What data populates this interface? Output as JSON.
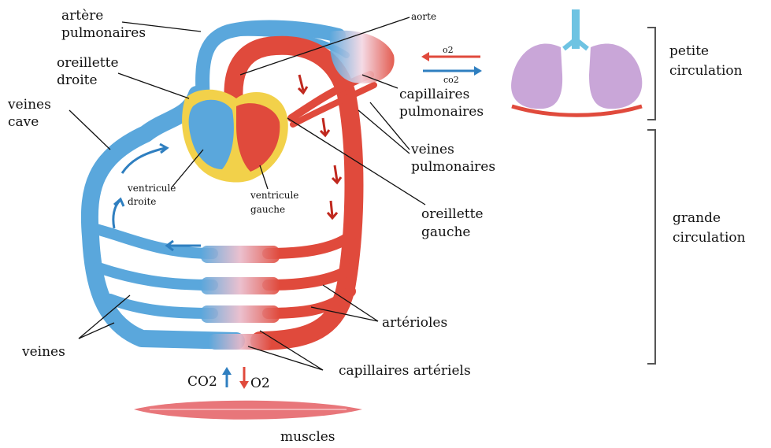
{
  "labels": {
    "artere_pulmonaires_1": "artère",
    "artere_pulmonaires_2": "pulmonaires",
    "aorte": "aorte",
    "oreillette_droite_1": "oreillette",
    "oreillette_droite_2": "droite",
    "veines_cave_1": "veines",
    "veines_cave_2": "cave",
    "o2_top": "o2",
    "co2_top": "co2",
    "capillaires_pulm_1": "capillaires",
    "capillaires_pulm_2": "pulmonaires",
    "veines_pulm_1": "veines",
    "veines_pulm_2": "pulmonaires",
    "ventricule_droite_1": "ventricule",
    "ventricule_droite_2": "droite",
    "ventricule_gauche_1": "ventricule",
    "ventricule_gauche_2": "gauche",
    "oreillette_gauche_1": "oreillette",
    "oreillette_gauche_2": "gauche",
    "arterioles": "artérioles",
    "veines": "veines",
    "capillaires_arteriels": "capillaires artériels",
    "co2_bottom": "CO2",
    "o2_bottom": "O2",
    "muscles": "muscles",
    "petite_1": "petite",
    "petite_2": "circulation",
    "grande_1": "grande",
    "grande_2": "circulation"
  },
  "colors": {
    "venous": "#5aa7dc",
    "venous_dark": "#2f7fc0",
    "arterial": "#e04a3c",
    "arterial_dark": "#c0281e",
    "heart_yellow": "#f2d14a",
    "lung": "#c9a6d8",
    "muscle": "#e8767a"
  }
}
